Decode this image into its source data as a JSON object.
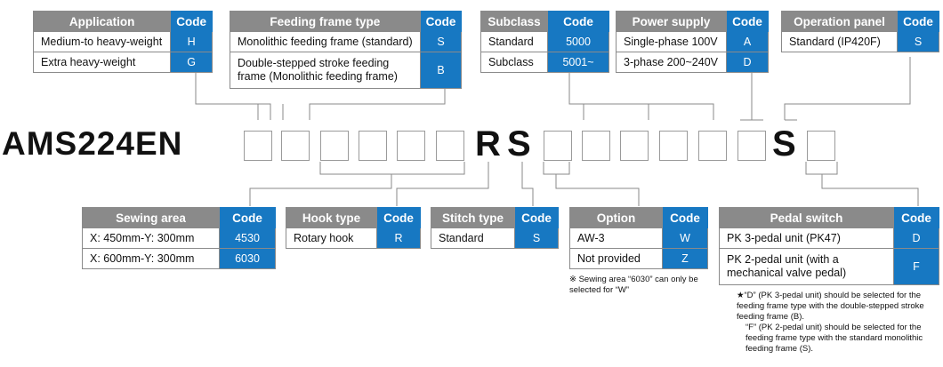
{
  "model_prefix": "AMS224EN",
  "fixed_r": "R",
  "fixed_s1": "S",
  "fixed_s2": "S",
  "application": {
    "title": "Application",
    "code_header": "Code",
    "rows": [
      {
        "label": "Medium-to heavy-weight",
        "code": "H"
      },
      {
        "label": "Extra heavy-weight",
        "code": "G"
      }
    ]
  },
  "feeding_frame": {
    "title": "Feeding frame type",
    "code_header": "Code",
    "rows": [
      {
        "label": "Monolithic feeding frame (standard)",
        "code": "S"
      },
      {
        "label": "Double-stepped stroke feeding frame (Monolithic feeding frame)",
        "code": "B"
      }
    ]
  },
  "subclass": {
    "title": "Subclass",
    "code_header": "Code",
    "rows": [
      {
        "label": "Standard",
        "code": "5000"
      },
      {
        "label": "Subclass",
        "code": "5001~"
      }
    ]
  },
  "power_supply": {
    "title": "Power supply",
    "code_header": "Code",
    "rows": [
      {
        "label": "Single-phase 100V",
        "code": "A"
      },
      {
        "label": "3-phase 200~240V",
        "code": "D"
      }
    ]
  },
  "operation_panel": {
    "title": "Operation panel",
    "code_header": "Code",
    "rows": [
      {
        "label": "Standard (IP420F)",
        "code": "S"
      }
    ]
  },
  "sewing_area": {
    "title": "Sewing area",
    "code_header": "Code",
    "rows": [
      {
        "label": "X: 450mm-Y: 300mm",
        "code": "4530"
      },
      {
        "label": "X: 600mm-Y: 300mm",
        "code": "6030"
      }
    ]
  },
  "hook_type": {
    "title": "Hook type",
    "code_header": "Code",
    "rows": [
      {
        "label": "Rotary hook",
        "code": "R"
      }
    ]
  },
  "stitch_type": {
    "title": "Stitch type",
    "code_header": "Code",
    "rows": [
      {
        "label": "Standard",
        "code": "S"
      }
    ]
  },
  "option": {
    "title": "Option",
    "code_header": "Code",
    "rows": [
      {
        "label": "AW-3",
        "code": "W"
      },
      {
        "label": "Not provided",
        "code": "Z"
      }
    ],
    "note": "※ Sewing area “6030” can only be selected for “W”"
  },
  "pedal_switch": {
    "title": "Pedal switch",
    "code_header": "Code",
    "rows": [
      {
        "label": "PK 3-pedal unit (PK47)",
        "code": "D"
      },
      {
        "label": "PK 2-pedal unit (with a mechanical valve pedal)",
        "code": "F"
      }
    ],
    "note_d": "★“D” (PK 3-pedal unit) should be selected for the feeding frame type with the double-stepped stroke feeding frame (B).",
    "note_f": "“F” (PK 2-pedal unit) should be selected for the feeding frame type with the standard monolithic feeding frame (S)."
  }
}
